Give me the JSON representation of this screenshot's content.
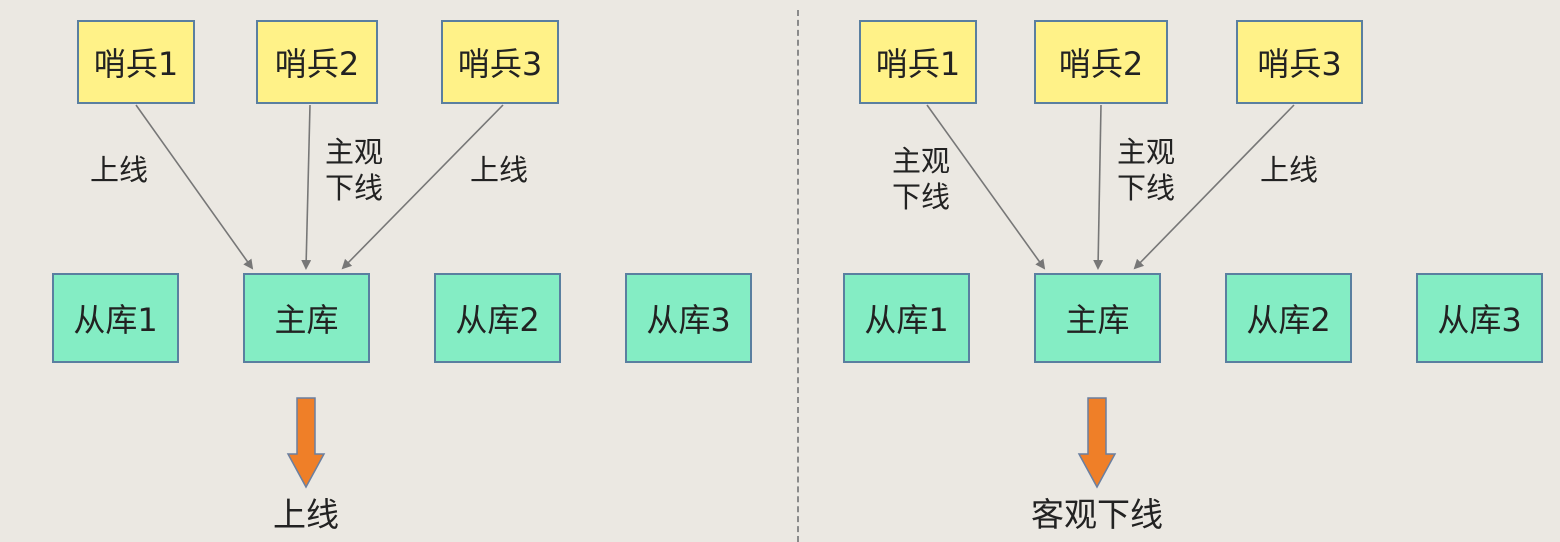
{
  "left": {
    "sentinels": [
      "哨兵1",
      "哨兵2",
      "哨兵3"
    ],
    "databases": [
      "从库1",
      "主库",
      "从库2",
      "从库3"
    ],
    "edge_labels": [
      "上线",
      "主观\n下线",
      "上线"
    ],
    "result": "上线"
  },
  "right": {
    "sentinels": [
      "哨兵1",
      "哨兵2",
      "哨兵3"
    ],
    "databases": [
      "从库1",
      "主库",
      "从库2",
      "从库3"
    ],
    "edge_labels": [
      "主观\n下线",
      "主观\n下线",
      "上线"
    ],
    "result": "客观下线"
  },
  "colors": {
    "sentinel_fill": "#fff288",
    "database_fill": "#84edc4",
    "result_arrow": "#ef7f28",
    "background": "#ebe8e2"
  }
}
